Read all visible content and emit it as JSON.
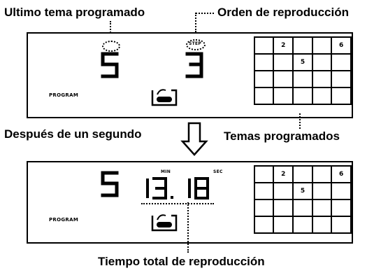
{
  "labels": {
    "last_track": "Ultimo tema programado",
    "play_order": "Orden de reproducción",
    "after_one_second": "Después de un segundo",
    "programmed_tracks": "Temas programados",
    "total_play_time": "Tiempo total de reproducción"
  },
  "display_top": {
    "track_number": "5",
    "order_number": "3",
    "order_caption": "STEP",
    "program_label": "PROGRAM",
    "grid_marks": [
      {
        "row": 0,
        "col": 1,
        "text": "2"
      },
      {
        "row": 0,
        "col": 4,
        "text": "6"
      },
      {
        "row": 1,
        "col": 2,
        "text": "5"
      }
    ]
  },
  "display_bottom": {
    "track_number": "5",
    "minutes": "13",
    "seconds": "18",
    "min_caption": "MIN",
    "sec_caption": "SEC",
    "program_label": "PROGRAM",
    "grid_marks": [
      {
        "row": 0,
        "col": 1,
        "text": "2"
      },
      {
        "row": 0,
        "col": 4,
        "text": "6"
      },
      {
        "row": 1,
        "col": 2,
        "text": "5"
      }
    ]
  }
}
